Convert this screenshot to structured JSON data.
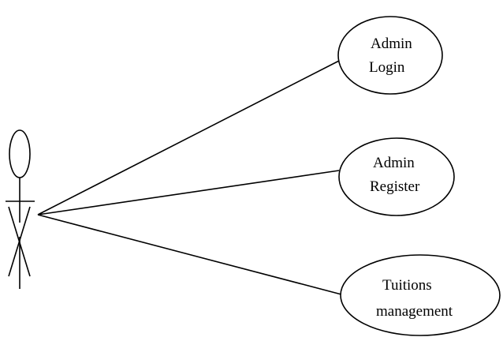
{
  "use_cases": [
    {
      "id": "admin-login",
      "lines": [
        "Admin",
        "Login"
      ]
    },
    {
      "id": "admin-register",
      "lines": [
        "Admin",
        "Register"
      ]
    },
    {
      "id": "tuitions-management",
      "lines": [
        "Tuitions",
        "management"
      ]
    }
  ],
  "colors": {
    "line": "#000000",
    "background": "#ffffff"
  }
}
